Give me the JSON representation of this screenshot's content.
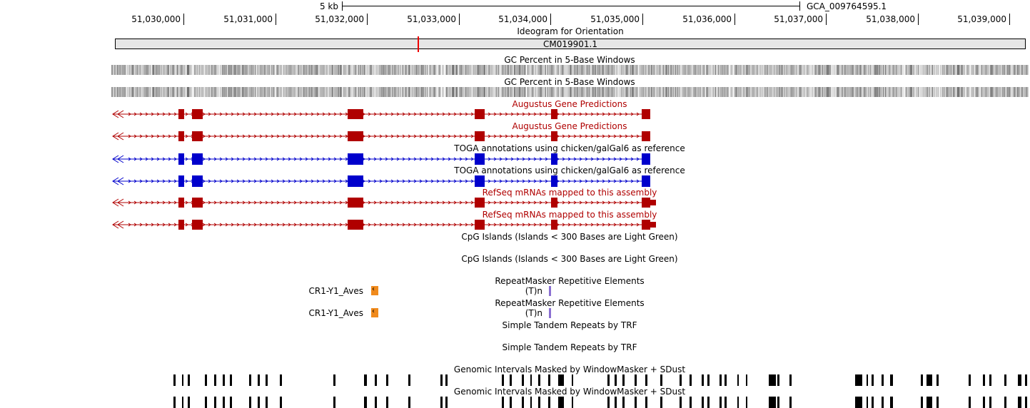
{
  "scale": {
    "label": "5 kb",
    "assembly": "GCA_009764595.1"
  },
  "ruler_ticks": [
    "51,030,000",
    "51,031,000",
    "51,032,000",
    "51,033,000",
    "51,034,000",
    "51,035,000",
    "51,036,000",
    "51,037,000",
    "51,038,000",
    "51,039,000"
  ],
  "ideogram": {
    "title": "Ideogram for Orientation",
    "chrom": "CM019901.1"
  },
  "tracks": {
    "gc1": "GC Percent in 5-Base Windows",
    "gc2": "GC Percent in 5-Base Windows",
    "augustus1": "Augustus Gene Predictions",
    "augustus2": "Augustus Gene Predictions",
    "toga1": "TOGA annotations using chicken/galGal6 as reference",
    "toga2": "TOGA annotations using chicken/galGal6 as reference",
    "refseq1": "RefSeq mRNAs mapped to this assembly",
    "refseq2": "RefSeq mRNAs mapped to this assembly",
    "cpg1": "CpG Islands (Islands < 300 Bases are Light Green)",
    "cpg2": "CpG Islands (Islands < 300 Bases are Light Green)",
    "rmsk1": "RepeatMasker Repetitive Elements",
    "rmsk2": "RepeatMasker Repetitive Elements",
    "trf1": "Simple Tandem Repeats by TRF",
    "trf2": "Simple Tandem Repeats by TRF",
    "wm1": "Genomic Intervals Masked by WindowMasker + SDust",
    "wm2": "Genomic Intervals Masked by WindowMasker + SDust"
  },
  "repeats": {
    "line": "CR1-Y1_Aves",
    "simple": "(T)n"
  },
  "colors": {
    "gene_red": "#b00000",
    "toga_blue": "#0000cc",
    "repeat_orange": "#f08a1c",
    "trf_purple": "#8a6fd1",
    "highlight": "#e00000"
  }
}
